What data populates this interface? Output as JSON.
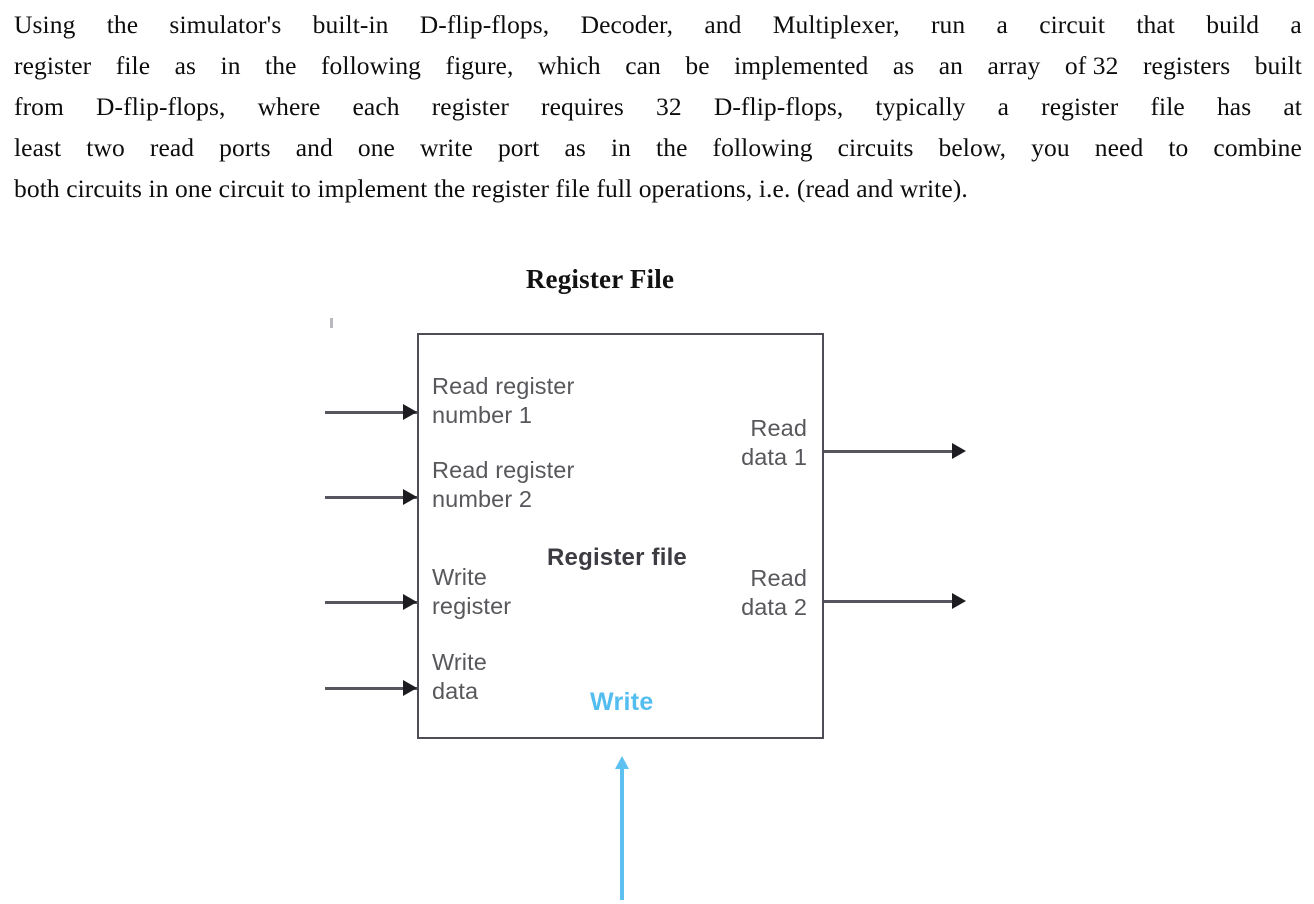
{
  "question": {
    "lines": [
      "Using the simulator's built-in D-flip-flops, Decoder, and Multiplexer, run a circuit that build a",
      "register file as in the following figure, which can be implemented as an array of 32 registers built",
      "from D-flip-flops, where each register requires 32 D-flip-flops, typically a register file has at",
      "least two read ports and one write port as in the following circuits below, you need to combine",
      "both circuits in one circuit to implement the register file full operations, i.e. (read and write)."
    ],
    "full_text": "Using the simulator's built-in D-flip-flops, Decoder, and Multiplexer, run a circuit that build a register file as in the following figure, which can be implemented as an array of 32 registers built from D-flip-flops, where each register requires 32 D-flip-flops, typically a register file has at least two read ports and one write port as in the following circuits below, you need to combine both circuits in one circuit to implement the register file full operations, i.e. (read and write)."
  },
  "figure": {
    "title": "Register File",
    "inner_title": "Register file",
    "inputs": [
      {
        "label": "Read register\nnumber 1"
      },
      {
        "label": "Read register\nnumber 2"
      },
      {
        "label": "Write\nregister"
      },
      {
        "label": "Write\ndata"
      }
    ],
    "outputs": [
      {
        "label": "Read\ndata 1"
      },
      {
        "label": "Read\ndata 2"
      }
    ],
    "control": {
      "label": "Write",
      "color": "#54bdef"
    },
    "colors": {
      "box_border": "#4d4d58",
      "wire": "#56565f",
      "arrowhead": "#1d1d21",
      "label_text": "#58585c",
      "inner_title_text": "#3c3c42",
      "control_blue": "#54bdef",
      "background": "#ffffff"
    }
  }
}
